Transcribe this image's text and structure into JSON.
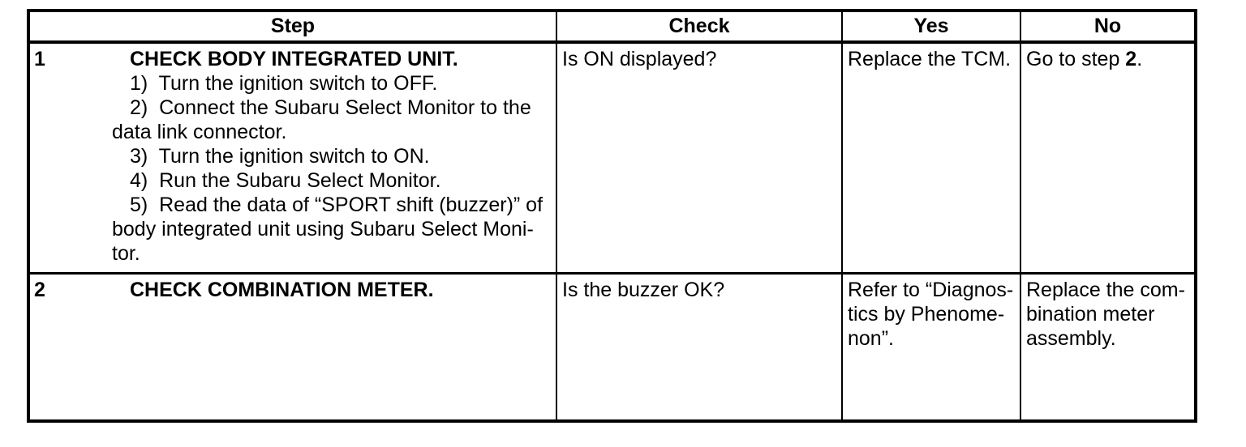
{
  "table": {
    "headers": {
      "step": "Step",
      "check": "Check",
      "yes": "Yes",
      "no": "No"
    },
    "rows": [
      {
        "num": "1",
        "title": "CHECK BODY INTEGRATED UNIT.",
        "instructions": [
          "1)  Turn the ignition switch to OFF.",
          "2)  Connect the Subaru Select Monitor to the\ndata link connector.",
          "3)  Turn the ignition switch to ON.",
          "4)  Run the Subaru Select Monitor.",
          "5)  Read the data of “SPORT shift (buzzer)” of\nbody integrated unit using Subaru Select Moni-\ntor."
        ],
        "check": "Is ON displayed?",
        "yes": "Replace the TCM.",
        "no": {
          "prefix": "Go to step ",
          "bold": "2",
          "suffix": "."
        }
      },
      {
        "num": "2",
        "title": "CHECK COMBINATION METER.",
        "check": "Is the buzzer OK?",
        "yes": "Refer to “Diagnos-\ntics by Phenome-\nnon”.",
        "no": "Replace the com-\nbination meter\nassembly."
      }
    ]
  }
}
